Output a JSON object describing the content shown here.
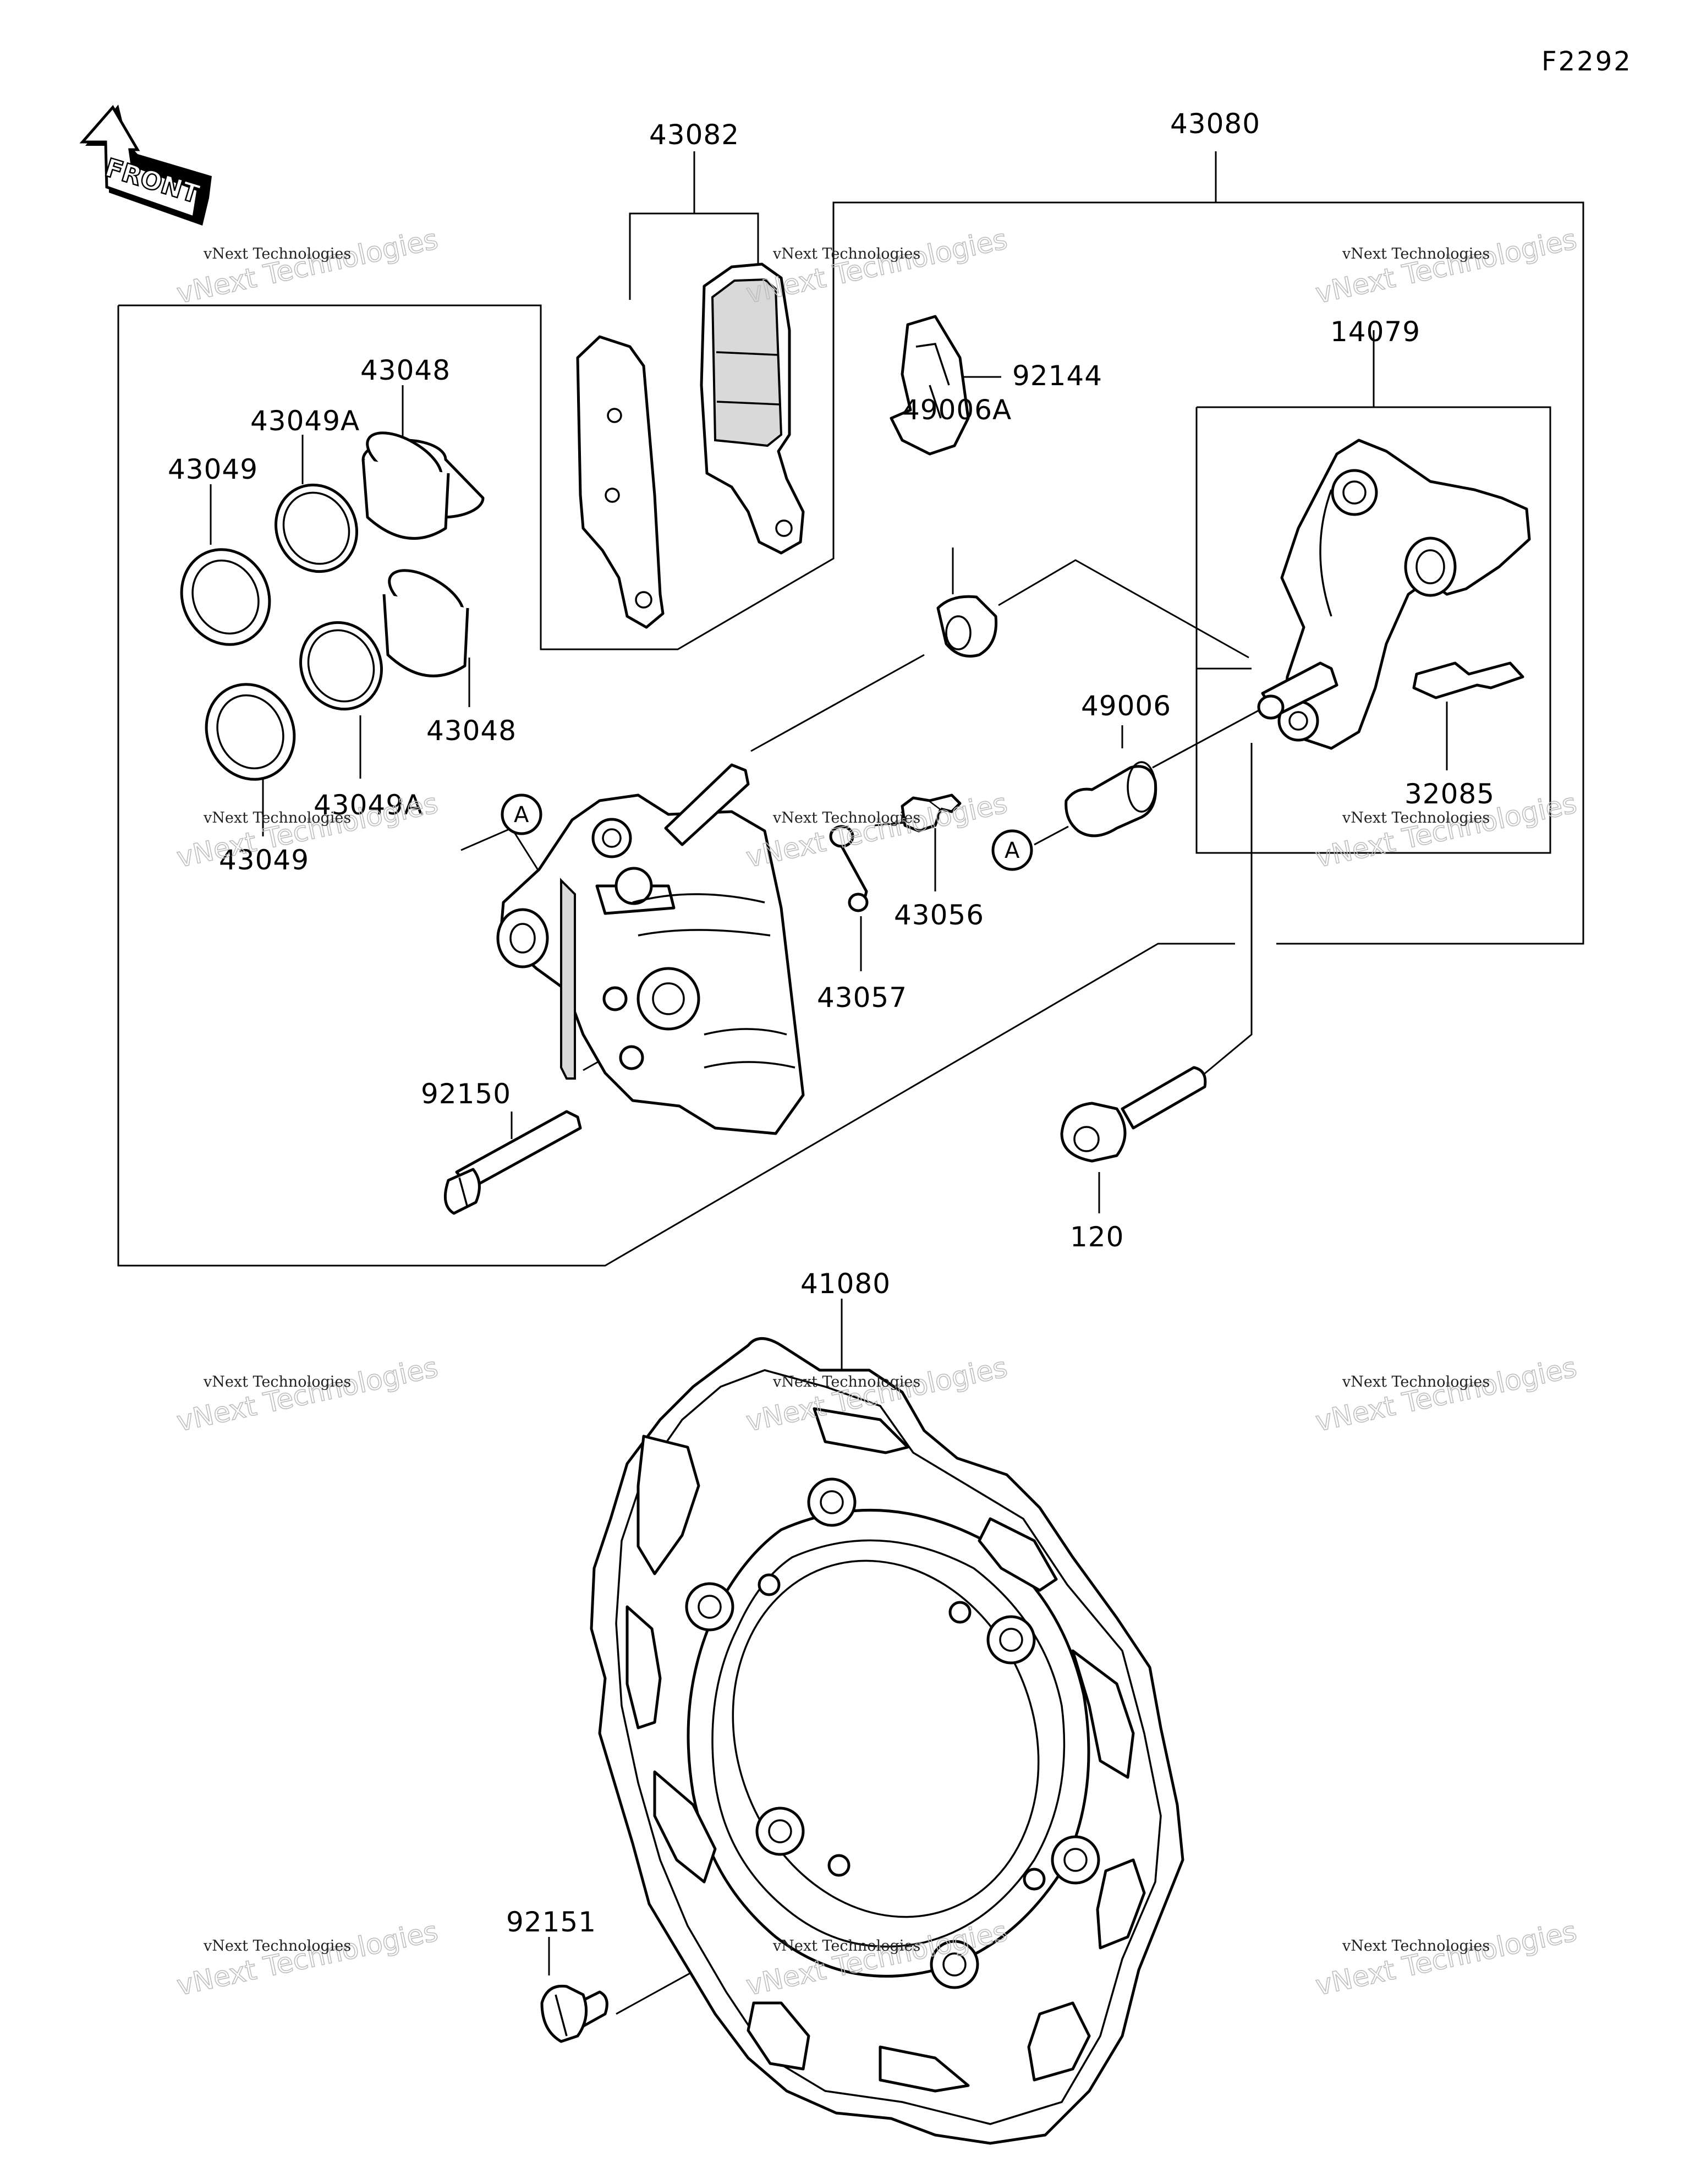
{
  "figure_code": "F2292",
  "front_label": "FRONT",
  "ref_letter": "A",
  "watermark": {
    "line1": "vNext Technologies",
    "line2": "vNext Technologies"
  },
  "parts": {
    "p43082": "43082",
    "p43080": "43080",
    "p43048_top": "43048",
    "p43049A_top": "43049A",
    "p43049_top": "43049",
    "p43048_bottom": "43048",
    "p43049A_bottom": "43049A",
    "p43049_bottom": "43049",
    "p92144": "92144",
    "p14079": "14079",
    "p49006A": "49006A",
    "p49006": "49006",
    "p32085": "32085",
    "p43056": "43056",
    "p43057": "43057",
    "p92150": "92150",
    "p120": "120",
    "p41080": "41080",
    "p92151": "92151"
  }
}
